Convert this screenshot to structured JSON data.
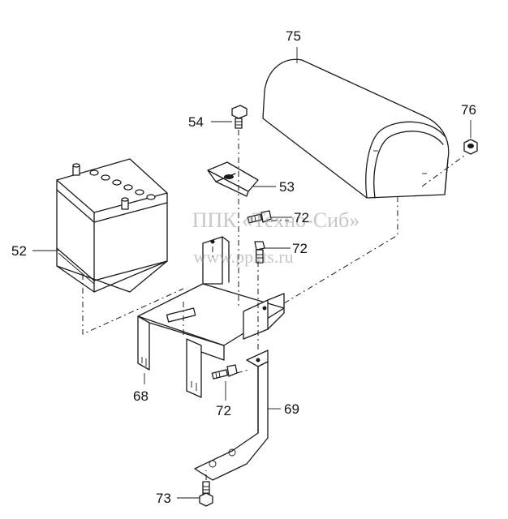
{
  "callouts": {
    "c52": "52",
    "c53": "53",
    "c54": "54",
    "c68": "68",
    "c69": "69",
    "c72a": "72",
    "c72b": "72",
    "c72c": "72",
    "c73": "73",
    "c75": "75",
    "c76": "76"
  },
  "watermark": {
    "line1": "ППК «Техно-Сиб»",
    "line2": "www.ppkts.ru"
  }
}
